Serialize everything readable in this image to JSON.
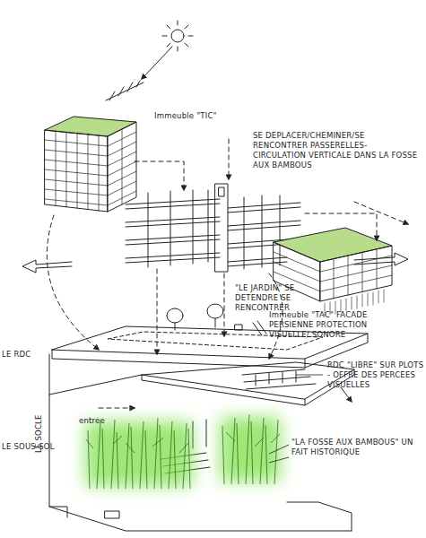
{
  "diagram": {
    "labels": [
      "Immeuble \"TIC\"",
      "SE DEPLACER/CHEMINER/SE RENCONTRER PASSERELLES-CIRCULATION VERTICALE DANS LA FOSSE AUX BAMBOUS",
      "\"LE JARDIN\" SE DETENDRE SE RENCONTRER",
      "Immeuble \"TAC\" FACADE PERSIENNE PROTECTION VISUELLE/ SONORE",
      "LE RDC",
      "RDC \"LIBRE\" SUR PLOTS - OFFRE DES PERCEES VISUELLES",
      "entree",
      "LE SOCLE",
      "LE SOUS-SOL",
      "\"LA FOSSE AUX BAMBOUS\" UN FAIT HISTORIQUE"
    ]
  }
}
